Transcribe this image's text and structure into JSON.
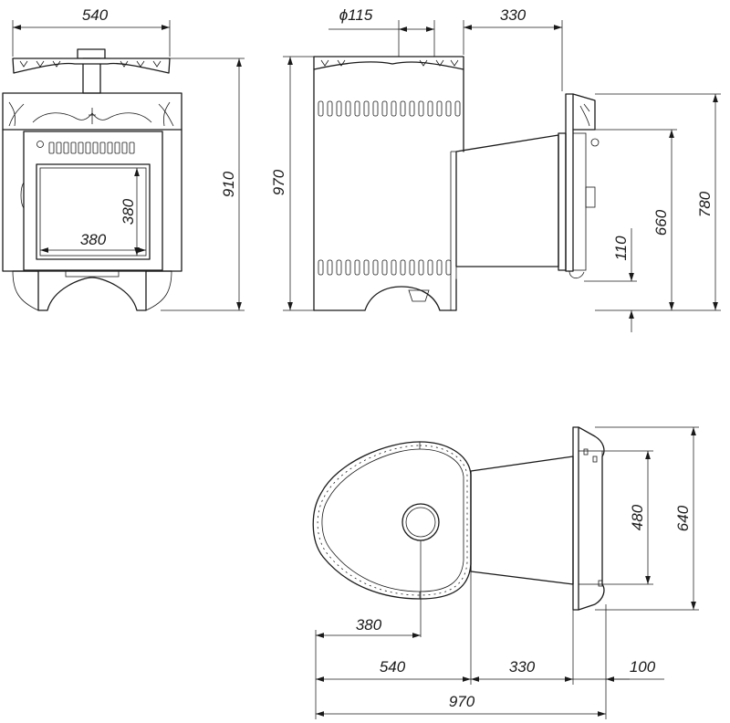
{
  "dimensions": {
    "front_width": "540",
    "front_height_910": "910",
    "front_glass_height": "380",
    "front_glass_width": "380",
    "side_chimney_diameter": "ϕ115",
    "side_top_330": "330",
    "side_height_970": "970",
    "side_110": "110",
    "side_660": "660",
    "side_780": "780",
    "plan_380": "380",
    "plan_540": "540",
    "plan_330": "330",
    "plan_100": "100",
    "plan_970": "970",
    "plan_480": "480",
    "plan_640": "640"
  }
}
